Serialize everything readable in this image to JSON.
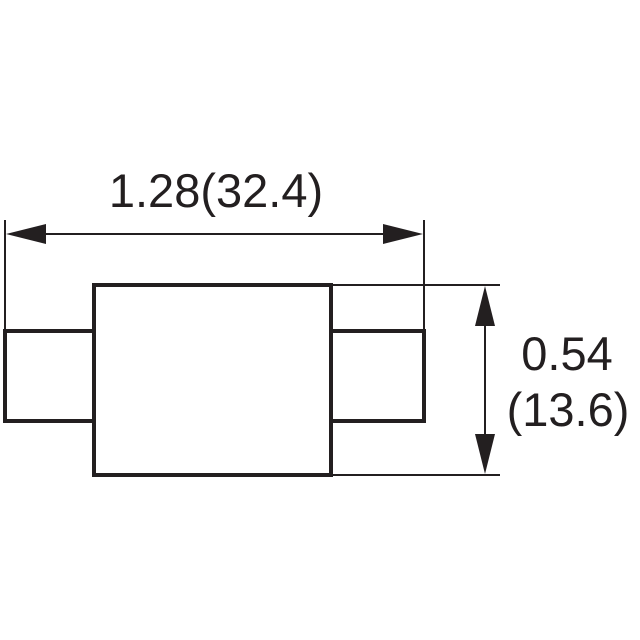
{
  "dimensions": {
    "width_label": "1.28(32.4)",
    "height_label_line1": "0.54",
    "height_label_line2": "(13.6)"
  }
}
